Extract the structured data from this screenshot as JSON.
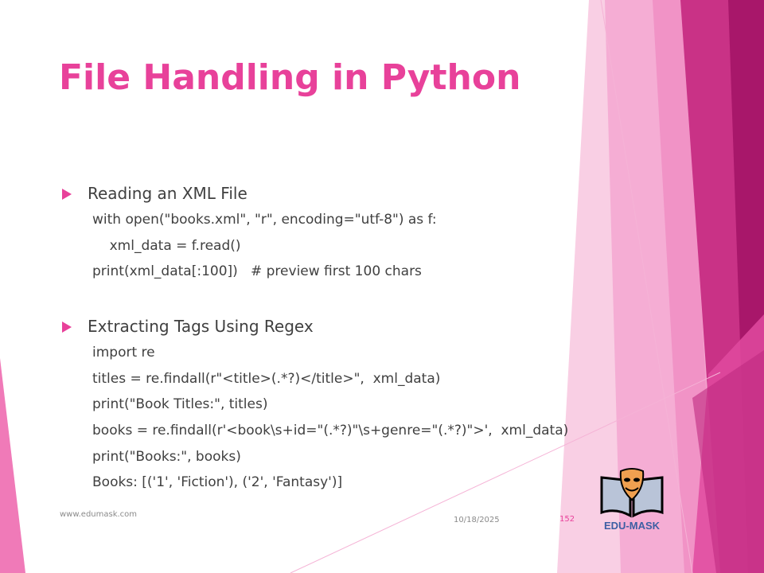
{
  "slide": {
    "title": "File Handling in Python",
    "sections": [
      {
        "heading": "Reading an XML File",
        "lines": [
          "with open(\"books.xml\", \"r\", encoding=\"utf-8\") as f:",
          "    xml_data = f.read()",
          "print(xml_data[:100])   # preview first 100 chars"
        ]
      },
      {
        "heading": "Extracting Tags Using Regex",
        "lines": [
          "import re",
          "titles = re.findall(r\"<title>(.*?)</title>\",  xml_data)",
          "print(\"Book Titles:\", titles)",
          "books = re.findall(r'<book\\s+id=\"(.*?)\"\\s+genre=\"(.*?)\">',  xml_data)",
          "print(\"Books:\", books)",
          "Books: [('1', 'Fiction'), ('2', 'Fantasy')]"
        ]
      }
    ]
  },
  "footer": {
    "website": "www.edumask.com",
    "date": "10/18/2025",
    "page_number": "152"
  },
  "logo": {
    "text": "EDU-MASK"
  },
  "colors": {
    "accent": "#e8419a",
    "text": "#404040",
    "logo_text": "#3d5fa3"
  }
}
